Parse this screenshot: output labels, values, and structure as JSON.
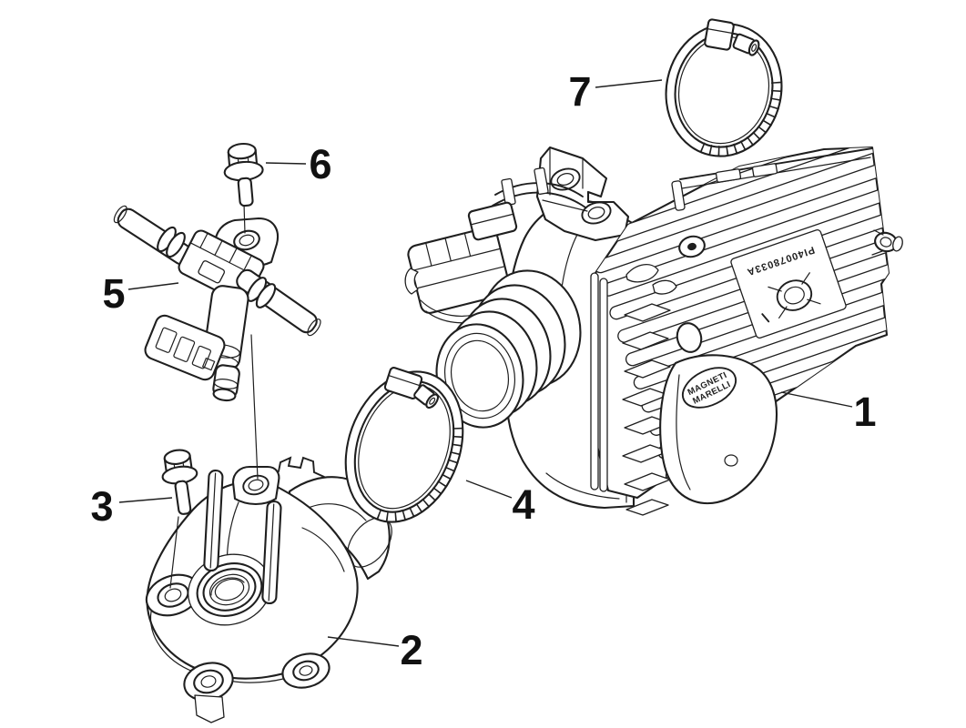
{
  "figure": {
    "background_color": "#ffffff",
    "line_color": "#1f1f1f",
    "throttle_body": {
      "badge_line1": "MAGNETI",
      "badge_line2": "MARELLI",
      "marking": "PI40078033A"
    },
    "callouts": [
      {
        "label": "1",
        "part": "throttle-body"
      },
      {
        "label": "2",
        "part": "intake-manifold"
      },
      {
        "label": "3",
        "part": "manifold-bolt"
      },
      {
        "label": "4",
        "part": "lower-hose-clamp"
      },
      {
        "label": "5",
        "part": "fuel-injector"
      },
      {
        "label": "6",
        "part": "injector-bolt"
      },
      {
        "label": "7",
        "part": "upper-hose-clamp"
      }
    ]
  }
}
